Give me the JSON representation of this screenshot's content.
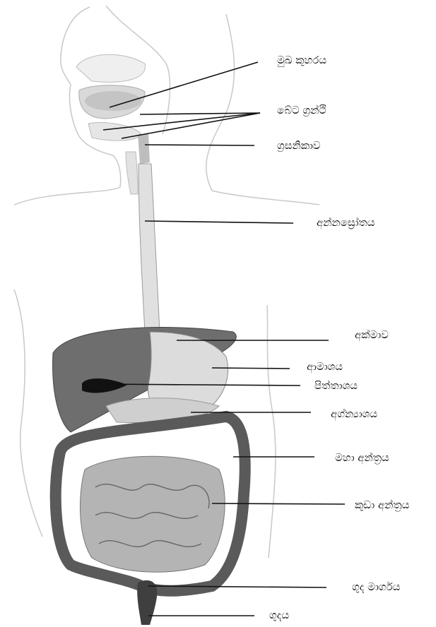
{
  "labels": {
    "mouth_cavity": "මුඛ කුහරය",
    "salivary_glands": "බේට ග්‍රන්ථි",
    "pharynx": "ග්‍රසනිකාව",
    "oesophagus": "අන්නස්‍රෝතය",
    "liver": "අක්මාව",
    "stomach": "ආමාශය",
    "gall_bladder": "පිත්තාශය",
    "pancreas": "අග්න්‍යාශය",
    "large_intestine": "මහා අන්ත්‍රය",
    "small_intestine": "කුඩා අන්ත්‍රය",
    "rectum": "ගුද මාර්ගය",
    "anus": "ගුදය"
  },
  "colors": {
    "liver": "#6e6e6e",
    "stomach": "#dcdcdc",
    "gall_bladder": "#111111",
    "pancreas": "#cfcfcf",
    "large_intestine": "#5a5a5a",
    "small_intestine": "#b4b4b4",
    "oesophagus": "#dedede",
    "body_outline": "#c8c8c8"
  }
}
